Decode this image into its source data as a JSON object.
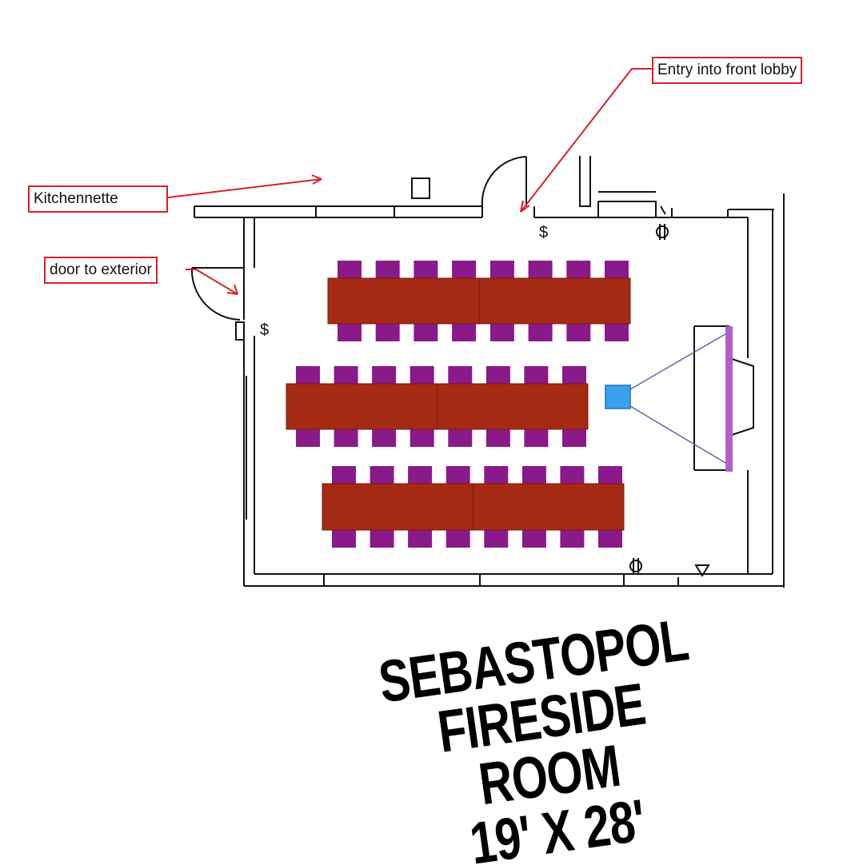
{
  "callouts": {
    "entry": "Entry into front lobby",
    "kitchen": "Kitchennette",
    "door": "door to exterior"
  },
  "title": {
    "line1": "SEBASTOPOL",
    "line2": "FIRESIDE ROOM",
    "line3": "19' X 28'"
  },
  "symbols": {
    "dollar_a": "$",
    "dollar_b": "$"
  },
  "colors": {
    "table": "#a52a14",
    "chair": "#8a1a8a",
    "projector": "#3aa0ee",
    "screen": "#b060c8",
    "callout": "#d8202a",
    "beam": "#5a6aa0"
  },
  "layout": {
    "table_rows": 3,
    "tables_per_row": 2,
    "chairs_per_side_per_row": 8
  }
}
